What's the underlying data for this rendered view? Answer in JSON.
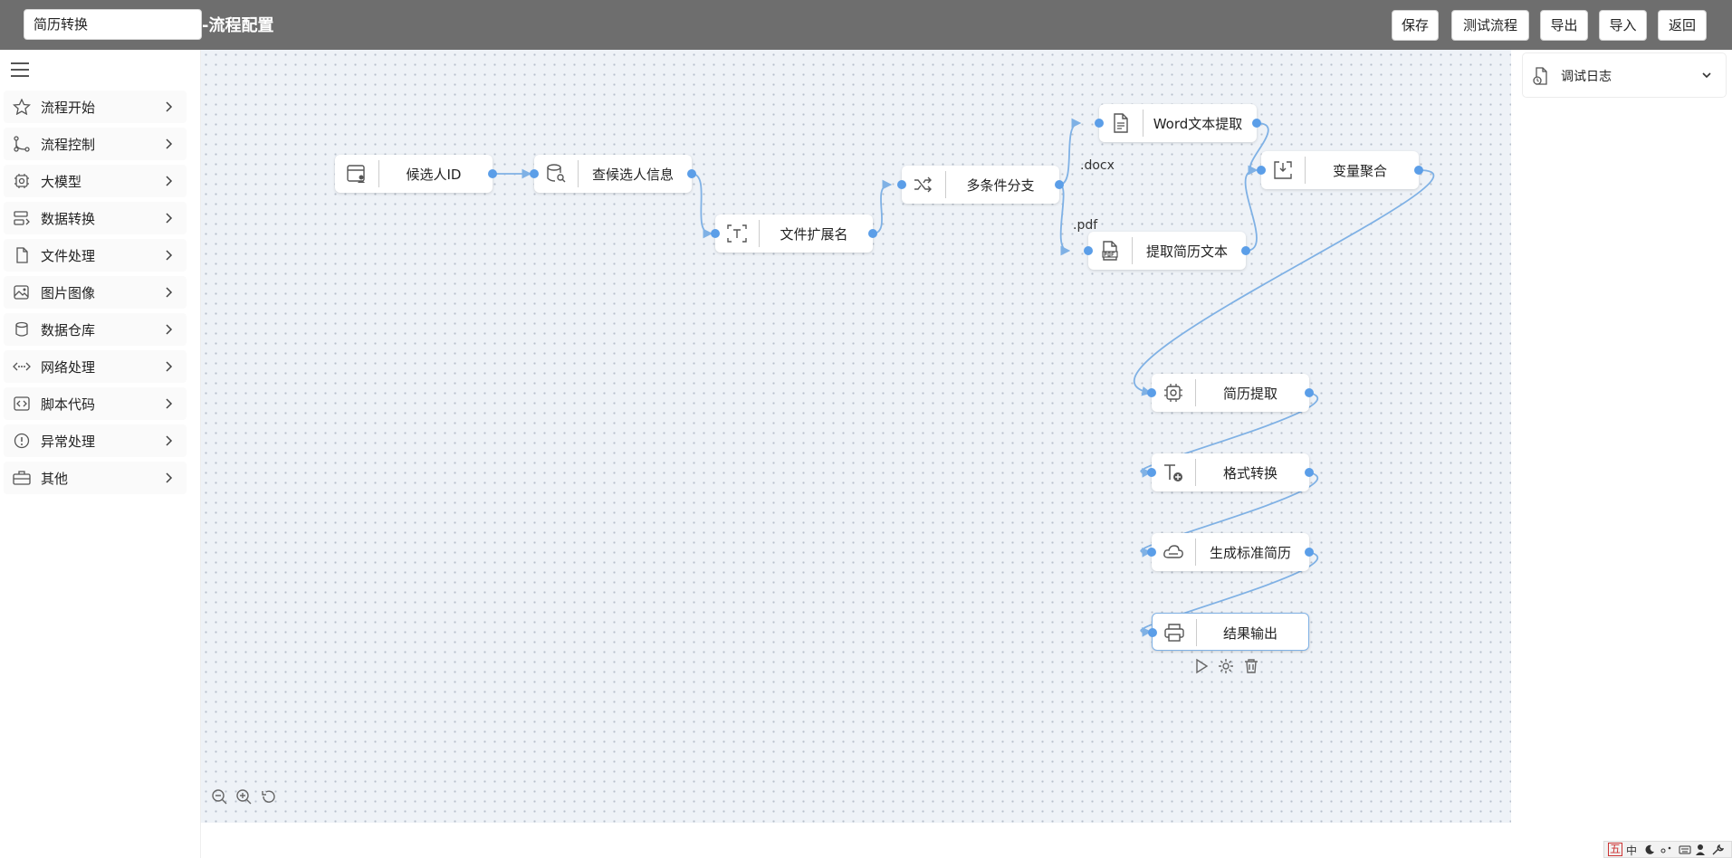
{
  "header": {
    "title_value": "简历转换",
    "title_suffix": "-流程配置",
    "buttons": [
      {
        "label": "保存"
      },
      {
        "label": "测试流程"
      },
      {
        "label": "导出"
      },
      {
        "label": "导入"
      },
      {
        "label": "返回"
      }
    ]
  },
  "sidebar": {
    "items": [
      {
        "label": "流程开始",
        "icon": "star-icon"
      },
      {
        "label": "流程控制",
        "icon": "branch-icon"
      },
      {
        "label": "大模型",
        "icon": "chip-icon"
      },
      {
        "label": "数据转换",
        "icon": "transform-icon"
      },
      {
        "label": "文件处理",
        "icon": "file-icon"
      },
      {
        "label": "图片图像",
        "icon": "image-icon"
      },
      {
        "label": "数据仓库",
        "icon": "database-icon"
      },
      {
        "label": "网络处理",
        "icon": "network-icon"
      },
      {
        "label": "脚本代码",
        "icon": "code-icon"
      },
      {
        "label": "异常处理",
        "icon": "warning-icon"
      },
      {
        "label": "其他",
        "icon": "briefcase-icon"
      }
    ]
  },
  "nodes": {
    "candidate_id": {
      "label": "候选人ID",
      "icon": "user-card-icon"
    },
    "query_candidate": {
      "label": "查候选人信息",
      "icon": "database-search-icon"
    },
    "file_ext": {
      "label": "文件扩展名",
      "icon": "text-scan-icon"
    },
    "multi_branch": {
      "label": "多条件分支",
      "icon": "shuffle-icon"
    },
    "word_extract": {
      "label": "Word文本提取",
      "icon": "document-icon"
    },
    "pdf_extract": {
      "label": "提取简历文本",
      "icon": "pdf-icon"
    },
    "var_merge": {
      "label": "变量聚合",
      "icon": "merge-icon"
    },
    "resume_extract": {
      "label": "简历提取",
      "icon": "chip-icon"
    },
    "format_convert": {
      "label": "格式转换",
      "icon": "text-add-icon"
    },
    "gen_resume": {
      "label": "生成标准简历",
      "icon": "cloud-icon"
    },
    "result_output": {
      "label": "结果输出",
      "icon": "printer-icon"
    }
  },
  "branches": {
    "docx": ".docx",
    "pdf": ".pdf"
  },
  "right_panel": {
    "debug_log_label": "调试日志"
  },
  "tray": {
    "items": [
      "五",
      "中"
    ]
  },
  "colors": {
    "header_bg": "#6e6e6e",
    "port": "#5b9ee8",
    "edge": "#7fb1e5",
    "canvas_bg": "#eef2f7"
  }
}
